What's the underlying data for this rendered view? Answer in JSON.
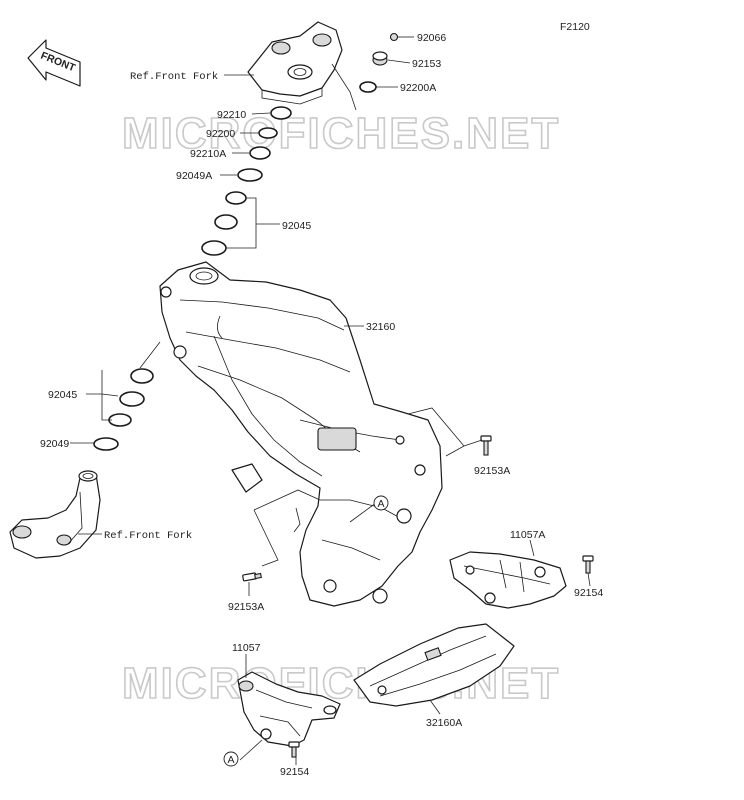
{
  "diagram_code": "F2120",
  "watermarks": [
    "MICROFICHES.NET",
    "MICROFICHES.NET"
  ],
  "front_badge": "FRONT",
  "labels": {
    "p92066": "92066",
    "p92153": "92153",
    "p92200A": "92200A",
    "ref_fork_top": "Ref.Front Fork",
    "p92210": "92210",
    "p92200": "92200",
    "p92210A": "92210A",
    "p92049A": "92049A",
    "p92045_top": "92045",
    "p32160": "32160",
    "p92045_left": "92045",
    "p92049": "92049",
    "ref_fork_bottom": "Ref.Front Fork",
    "p92153A_right": "92153A",
    "p11057A": "11057A",
    "p92154_right": "92154",
    "p92153A_bottom": "92153A",
    "p11057": "11057",
    "p32160A": "32160A",
    "p92154_bottom": "92154"
  },
  "callouts": [
    "A",
    "A"
  ]
}
